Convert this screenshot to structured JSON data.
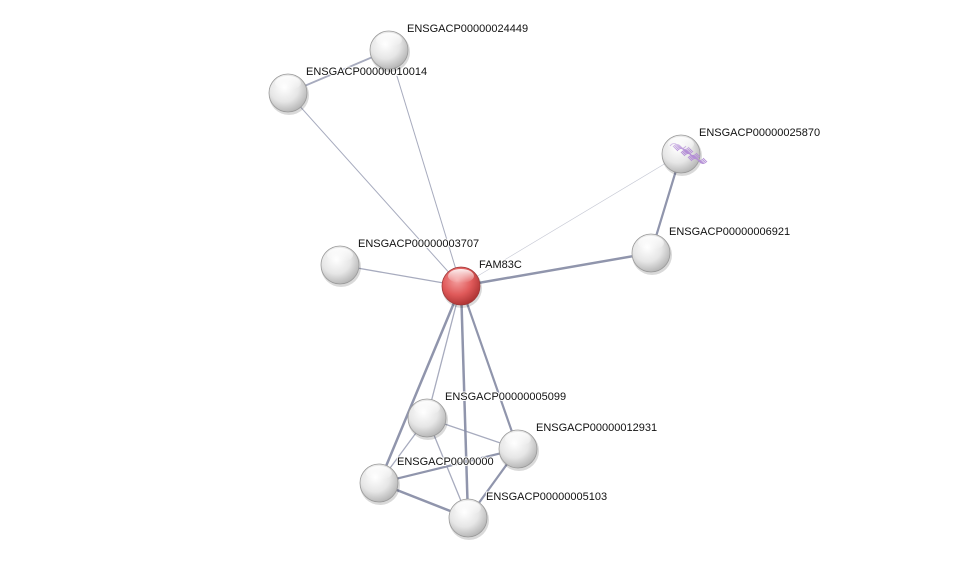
{
  "network": {
    "nodes": [
      {
        "id": "FAM83C",
        "label": "FAM83C",
        "query": true
      },
      {
        "id": "n24449",
        "label": "ENSGACP00000024449"
      },
      {
        "id": "n10014",
        "label": "ENSGACP00000010014"
      },
      {
        "id": "n25870",
        "label": "ENSGACP00000025870",
        "structure": true
      },
      {
        "id": "n6921",
        "label": "ENSGACP00000006921"
      },
      {
        "id": "n3707",
        "label": "ENSGACP00000003707"
      },
      {
        "id": "n5099",
        "label": "ENSGACP00000005099"
      },
      {
        "id": "n12931",
        "label": "ENSGACP00000012931"
      },
      {
        "id": "nX",
        "label": "ENSGACP0000000"
      },
      {
        "id": "n5103",
        "label": "ENSGACP00000005103"
      }
    ],
    "edges": [
      {
        "s": "FAM83C",
        "t": "n24449",
        "w": 1
      },
      {
        "s": "FAM83C",
        "t": "n10014",
        "w": 1
      },
      {
        "s": "FAM83C",
        "t": "n25870",
        "w": 0.6
      },
      {
        "s": "FAM83C",
        "t": "n6921",
        "w": 2.5
      },
      {
        "s": "FAM83C",
        "t": "n3707",
        "w": 1.3
      },
      {
        "s": "FAM83C",
        "t": "n5099",
        "w": 1.3
      },
      {
        "s": "FAM83C",
        "t": "n12931",
        "w": 2.2
      },
      {
        "s": "FAM83C",
        "t": "nX",
        "w": 2.5
      },
      {
        "s": "FAM83C",
        "t": "n5103",
        "w": 2.5
      },
      {
        "s": "n24449",
        "t": "n10014",
        "w": 1.8
      },
      {
        "s": "n25870",
        "t": "n6921",
        "w": 2.2
      },
      {
        "s": "n5099",
        "t": "n12931",
        "w": 1.3
      },
      {
        "s": "n5099",
        "t": "nX",
        "w": 1.3
      },
      {
        "s": "n5099",
        "t": "n5103",
        "w": 1.3
      },
      {
        "s": "n12931",
        "t": "nX",
        "w": 2.2
      },
      {
        "s": "n12931",
        "t": "n5103",
        "w": 2.2
      },
      {
        "s": "nX",
        "t": "n5103",
        "w": 2.5
      }
    ],
    "colors": {
      "query": "#e05555",
      "node": "#e8e8e8",
      "edge": "#8a8fa8",
      "structure": "#b48fd6"
    }
  }
}
